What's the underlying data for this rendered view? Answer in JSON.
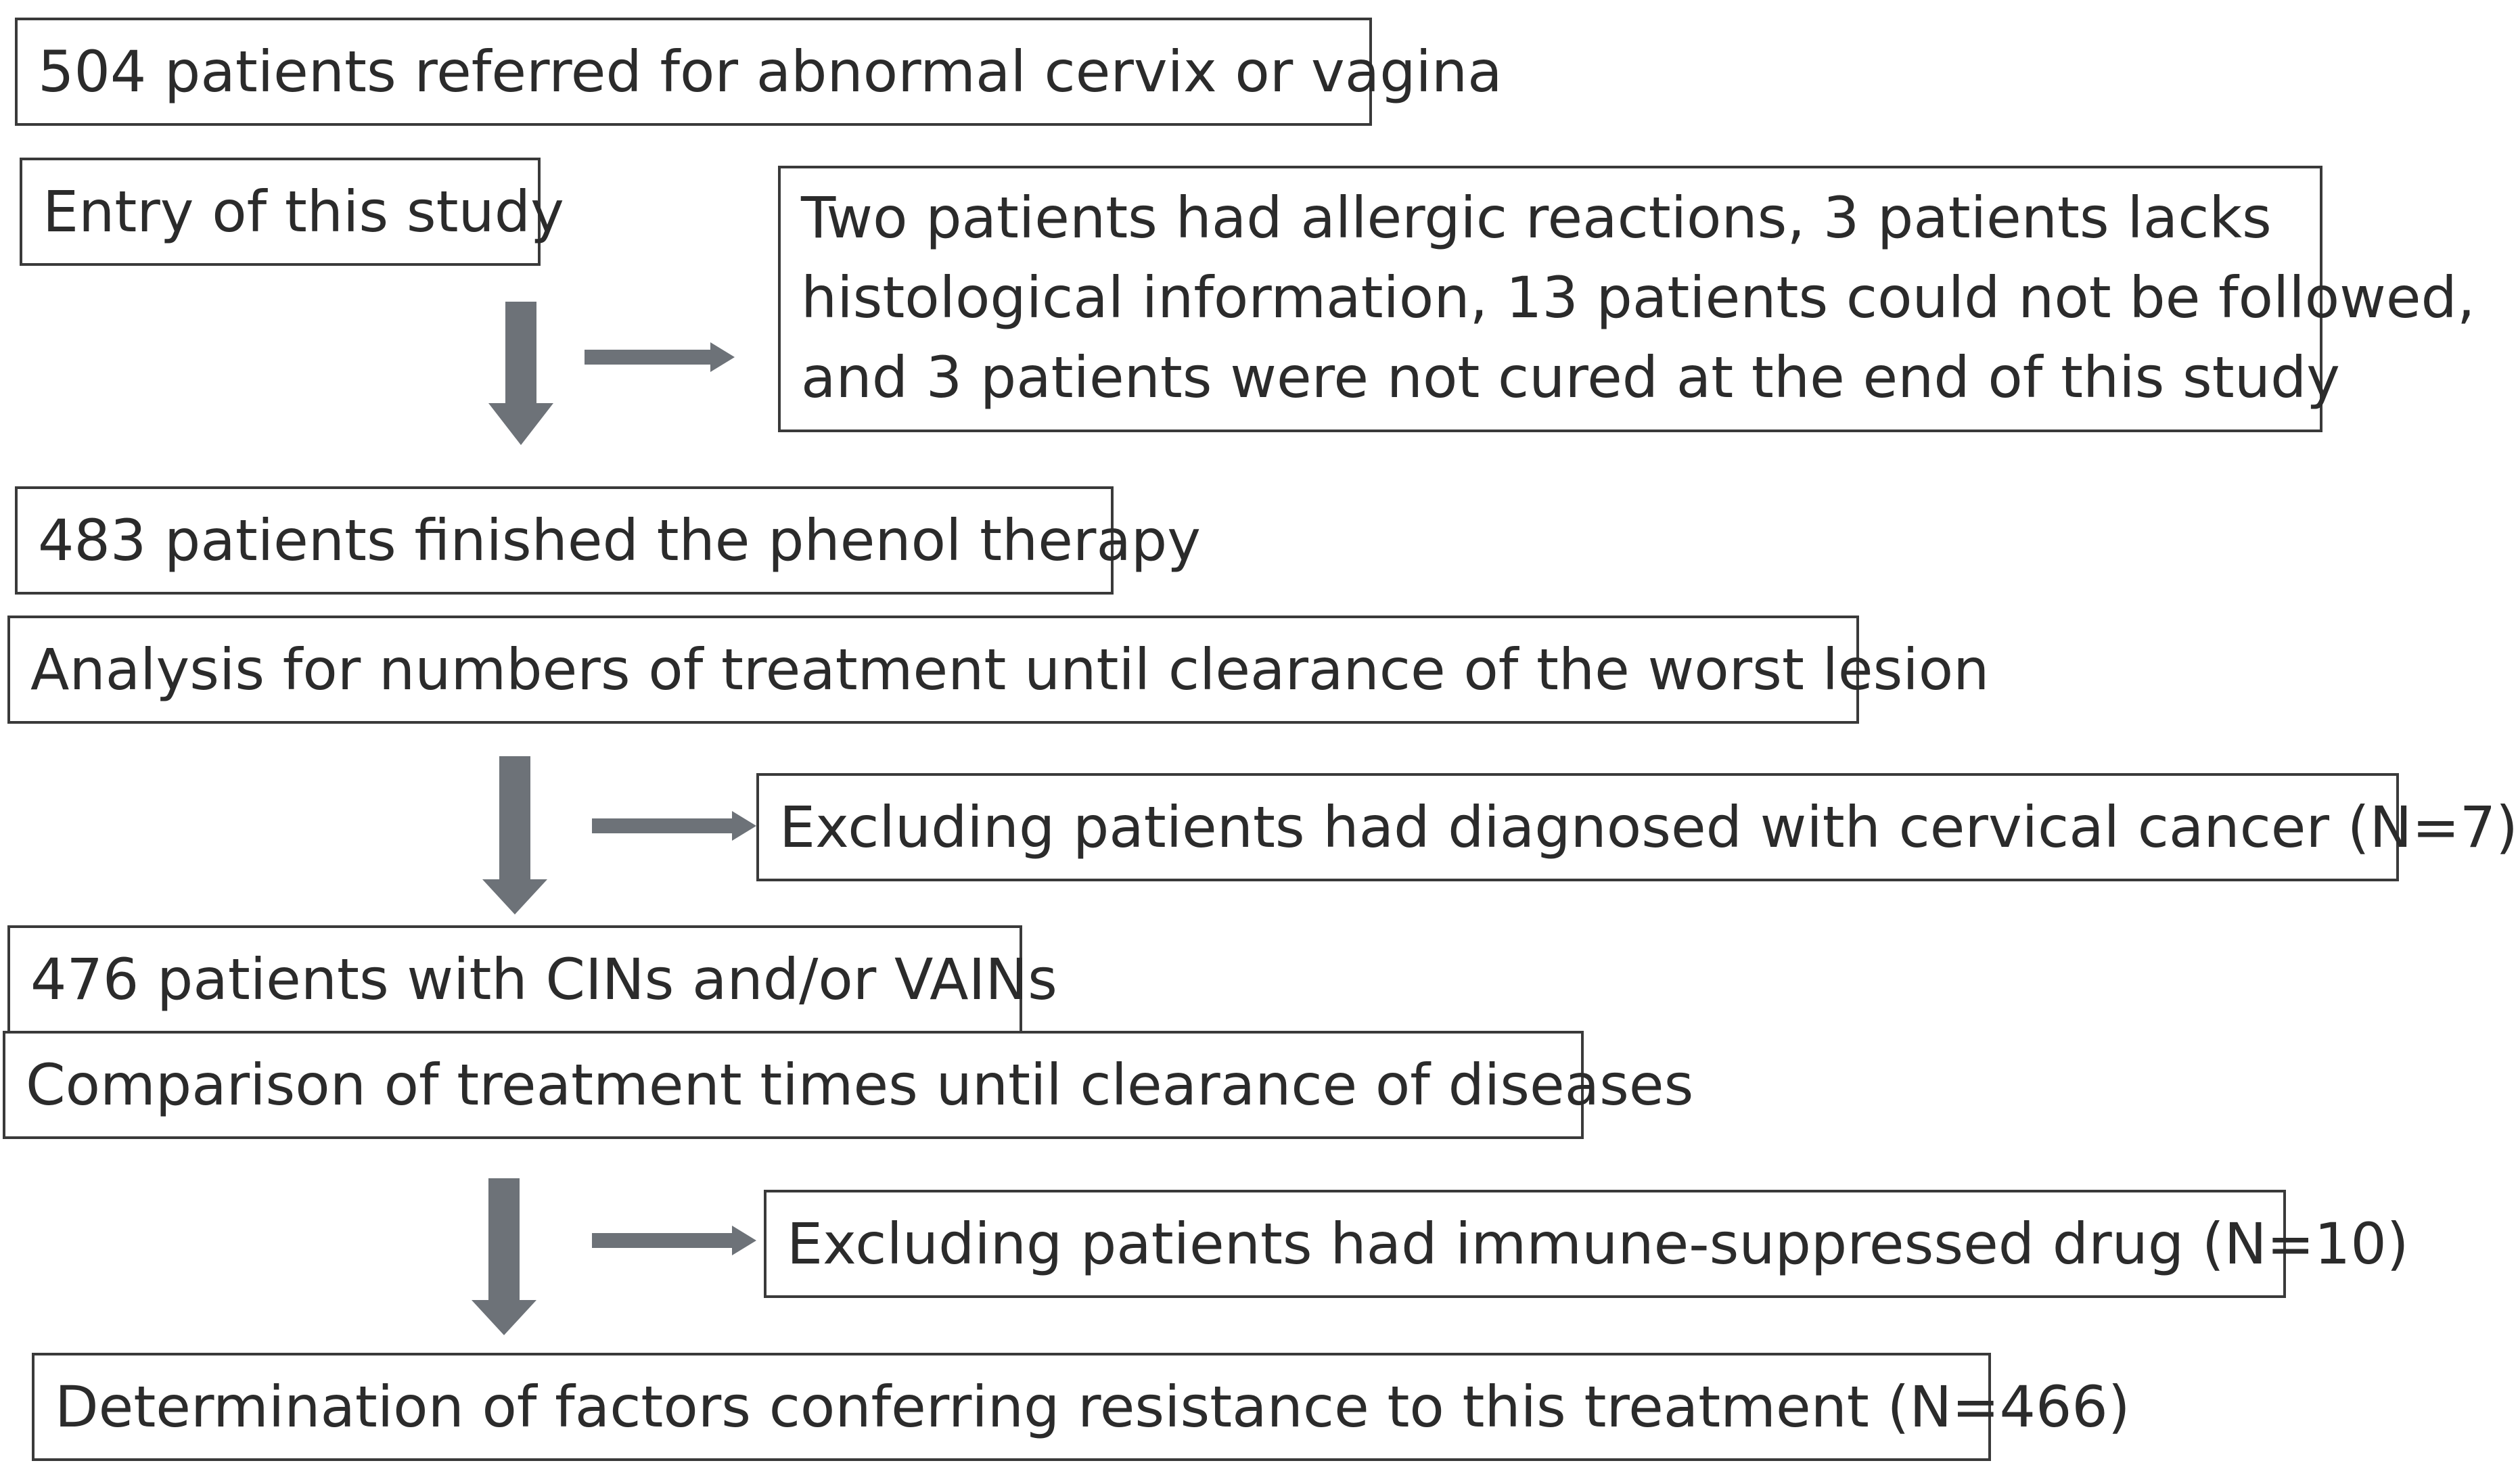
{
  "flowchart": {
    "boxes": {
      "referred": "504 patients referred for abnormal cervix or vagina",
      "entry": "Entry of this study",
      "exclusion_1_lines": [
        "Two patients had allergic reactions, 3 patients lacks",
        "histological information, 13 patients could not be followed,",
        "and 3 patients were not cured at the end of this study"
      ],
      "finished": "483 patients finished the phenol therapy",
      "analysis": "Analysis for numbers of treatment until clearance of the worst lesion",
      "exclusion_2": "Excluding patients had diagnosed with cervical cancer (N=7)",
      "cin_vain": "476 patients with CINs and/or VAINs",
      "comparison": "Comparison of treatment times until clearance of diseases",
      "exclusion_3": "Excluding patients had immune-suppressed drug (N=10)",
      "determination": "Determination of factors conferring resistance to this treatment (N=466)"
    },
    "colors": {
      "arrow": "#6d7278",
      "border": "#3a3a3a",
      "text": "#2b2b2b"
    }
  }
}
